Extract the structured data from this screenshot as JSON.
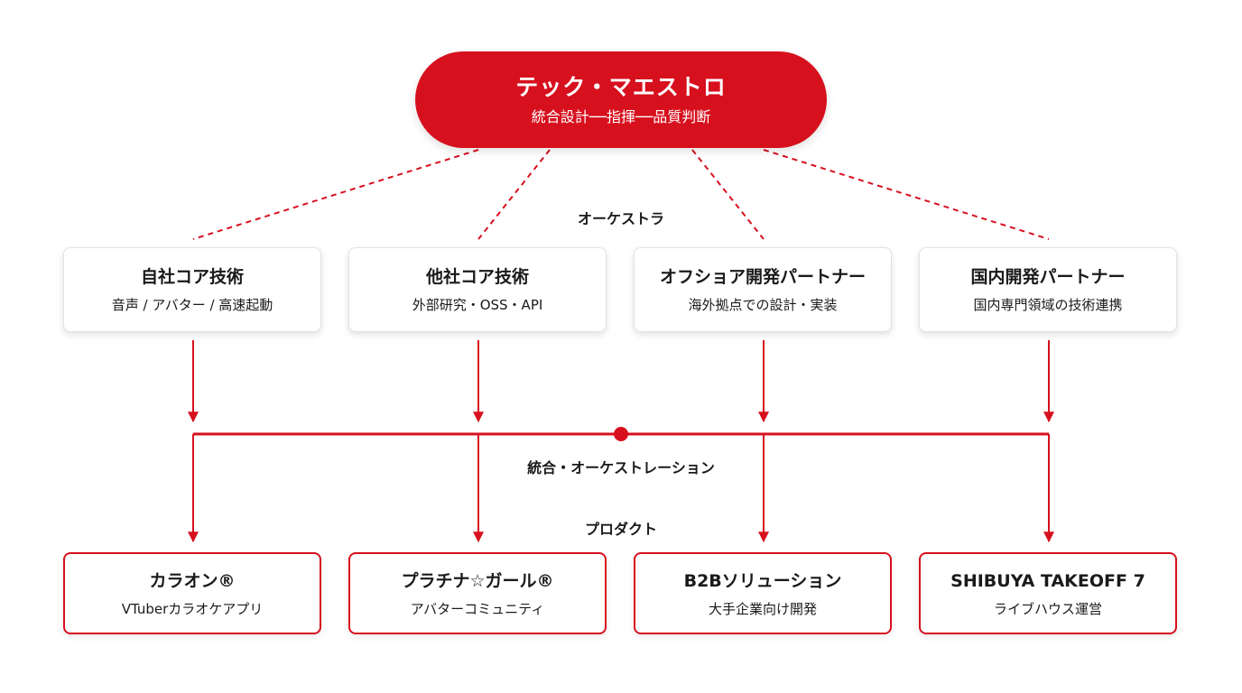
{
  "maestro": {
    "title": "テック・マエストロ",
    "subtitle": "統合設計──指揮──品質判断"
  },
  "labels": {
    "orchestra": "オーケストラ",
    "integration": "統合・オーケストレーション",
    "product": "プロダクト"
  },
  "tech_sources": [
    {
      "title": "自社コア技術",
      "subtitle": "音声 / アバター / 高速起動"
    },
    {
      "title": "他社コア技術",
      "subtitle": "外部研究・OSS・API"
    },
    {
      "title": "オフショア開発パートナー",
      "subtitle": "海外拠点での設計・実装"
    },
    {
      "title": "国内開発パートナー",
      "subtitle": "国内専門領域の技術連携"
    }
  ],
  "products": [
    {
      "title": "カラオン®",
      "subtitle": "VTuberカラオケアプリ"
    },
    {
      "title": "プラチナ☆ガール®",
      "subtitle": "アバターコミュニティ"
    },
    {
      "title": "B2Bソリューション",
      "subtitle": "大手企業向け開発"
    },
    {
      "title": "SHIBUYA TAKEOFF 7",
      "subtitle": "ライブハウス運営"
    }
  ],
  "colors": {
    "accent": "#d7101e",
    "box_border": "#e2e2e2",
    "text": "#1a1a1a"
  }
}
